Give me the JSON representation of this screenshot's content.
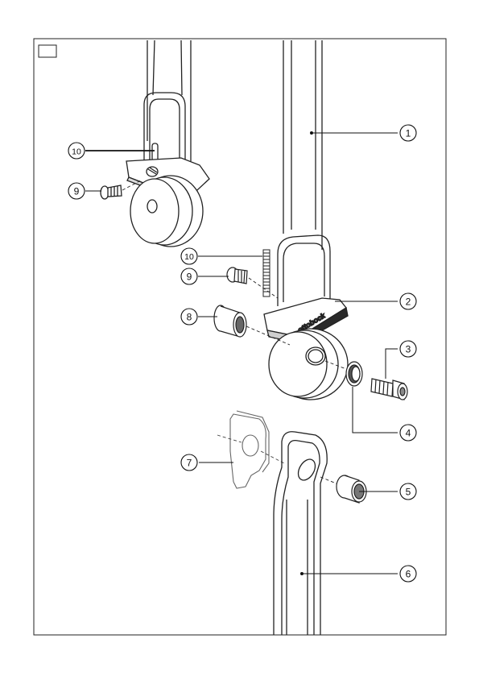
{
  "figure": {
    "brand_label": "ottobock",
    "callouts": [
      {
        "id": "callout-1",
        "number": "1",
        "part": "upper bar"
      },
      {
        "id": "callout-2",
        "number": "2",
        "part": "joint head"
      },
      {
        "id": "callout-3",
        "number": "3",
        "part": "screw"
      },
      {
        "id": "callout-4",
        "number": "4",
        "part": "washer ring"
      },
      {
        "id": "callout-5",
        "number": "5",
        "part": "bushing"
      },
      {
        "id": "callout-6",
        "number": "6",
        "part": "lower bar"
      },
      {
        "id": "callout-7",
        "number": "7",
        "part": "stop plate"
      },
      {
        "id": "callout-8",
        "number": "8",
        "part": "flanged bushing"
      },
      {
        "id": "callout-9a",
        "number": "9",
        "part": "screw"
      },
      {
        "id": "callout-9b",
        "number": "9",
        "part": "screw"
      },
      {
        "id": "callout-10a",
        "number": "10",
        "part": "spring pin"
      },
      {
        "id": "callout-10b",
        "number": "10",
        "part": "spring pin"
      }
    ]
  }
}
